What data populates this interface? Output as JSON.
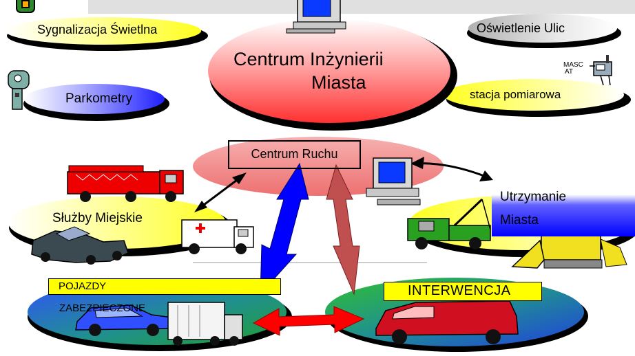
{
  "nodes": {
    "sygnalizacja": "Sygnalizacja Świetlna",
    "oswietlenie": "Oświetlenie Ulic",
    "centrum_inzynierii_line1": "Centrum Inżynierii",
    "centrum_inzynierii_line2": "Miasta",
    "parkometry": "Parkometry",
    "stacja": "stacja pomiarowa",
    "masc_line1": "MASC",
    "masc_line2": "AT",
    "centrum_ruchu": "Centrum Ruchu",
    "sluzby": "Służby Miejskie",
    "utrzymanie_line1": "Utrzymanie",
    "utrzymanie_line2": "Miasta",
    "pojazdy_line1": "POJAZDY",
    "pojazdy_line2": "ZABEZPIECZONE",
    "interwencja": "INTERWENCJA"
  },
  "colors": {
    "yellow_box": "#ffff00",
    "blue_box": "#0000ff",
    "red_ellipse": "#ff4b4b",
    "salmon_ellipse": "#f08080",
    "blue_arrow": "#0000ff",
    "mauve_arrow": "#c05050",
    "red_arrow": "#ff0000",
    "yellow_ellipse": "#ffff80",
    "blue_ellipse": "#4040ff",
    "green_ellipse": "#1a8a3a"
  }
}
